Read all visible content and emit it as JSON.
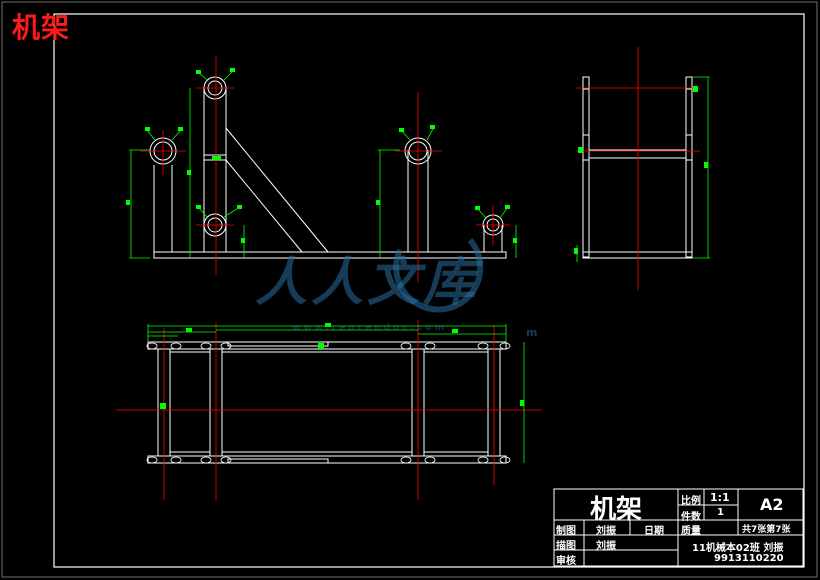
{
  "drawing": {
    "corner_title": "机架",
    "watermark_text": "人人文库",
    "watermark_sub": "www.renrendoc.com",
    "watermark_mark": "m"
  },
  "title_block": {
    "name": "机架",
    "scale_label": "比例",
    "scale_value": "1:1",
    "count_label": "件数",
    "count_value": "1",
    "sheet_size": "A2",
    "drawn_label": "制图",
    "drawn_by": "刘振",
    "date_label": "日期",
    "mass_label": "质量",
    "sheet_info": "共7张第7张",
    "traced_label": "描图",
    "traced_by": "刘振",
    "review_label": "审核",
    "class_info": "11机械本02班   刘振",
    "student_id": "9913110220"
  },
  "colors": {
    "background": "#000000",
    "outline": "#ffffff",
    "center_line": "#ff0000",
    "dimension": "#00ff00",
    "watermark": "#2a6ea0"
  }
}
